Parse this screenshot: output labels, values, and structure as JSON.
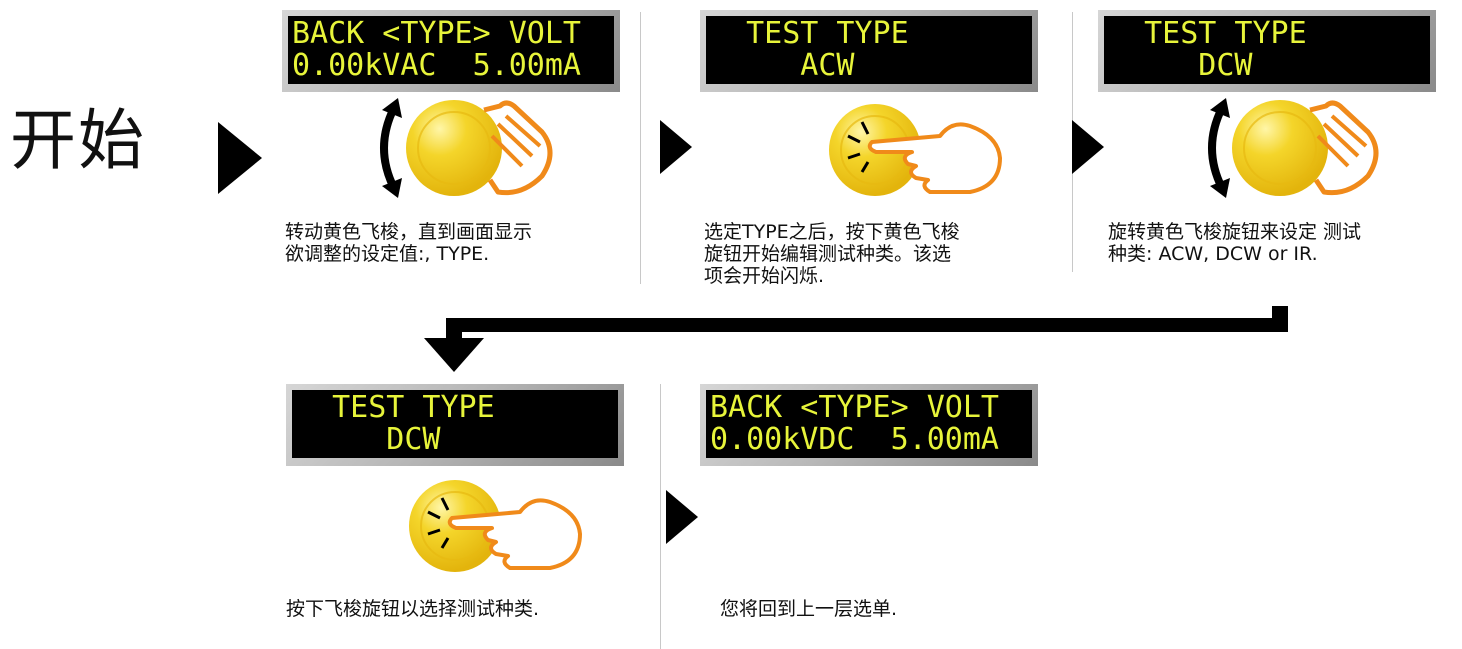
{
  "start": {
    "label": "开始"
  },
  "steps": [
    {
      "lcd": {
        "line1": "BACK <TYPE> VOLT",
        "line2": "0.00kVAC  5.00mA"
      },
      "action_icon": "rotate-knob-icon",
      "caption": "转动黄色飞梭，直到画面显示\n欲调整的设定值:, TYPE."
    },
    {
      "lcd": {
        "line1": "  TEST TYPE",
        "line2": "     ACW"
      },
      "action_icon": "press-knob-icon",
      "caption": "选定TYPE之后，按下黄色飞梭\n旋钮开始编辑测试种类。该选\n项会开始闪烁."
    },
    {
      "lcd": {
        "line1": "  TEST TYPE",
        "line2": "     DCW"
      },
      "action_icon": "rotate-knob-icon",
      "caption": "旋转黄色飞梭旋钮来设定 测试\n种类: ACW, DCW or IR."
    },
    {
      "lcd": {
        "line1": "  TEST TYPE",
        "line2": "     DCW"
      },
      "action_icon": "press-knob-icon",
      "caption": "按下飞梭旋钮以选择测试种类."
    },
    {
      "lcd": {
        "line1": "BACK <TYPE> VOLT",
        "line2": "0.00kVDC  5.00mA"
      },
      "caption": "您将回到上一层选单."
    }
  ],
  "colors": {
    "lcd_text": "#e7f43a",
    "knob": "#f2d21a",
    "hand_outline": "#f08a1a",
    "arrow": "#000000"
  }
}
